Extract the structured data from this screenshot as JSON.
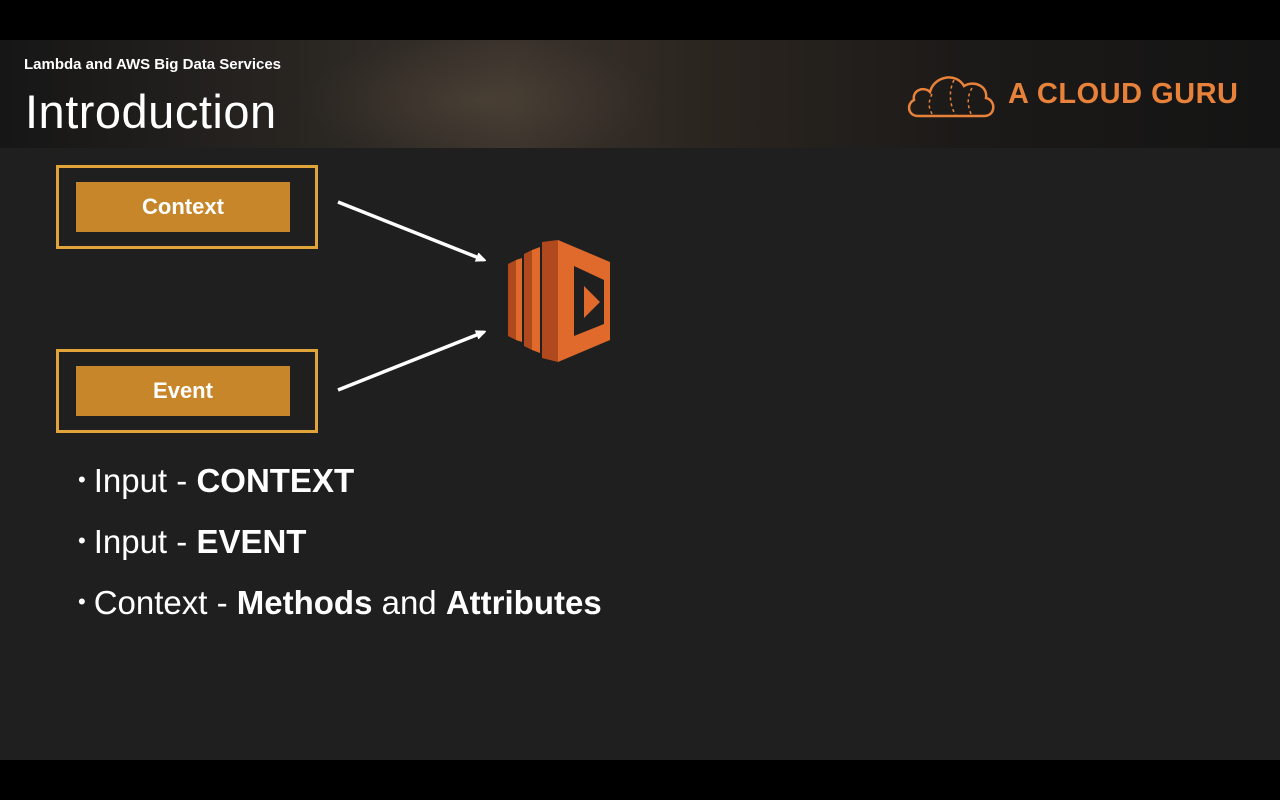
{
  "header": {
    "course_title": "Lambda and AWS Big Data Services",
    "page_title": "Introduction",
    "brand_name": "A CLOUD GURU",
    "brand_color": "#e8823a"
  },
  "diagram": {
    "context_label": "Context",
    "event_label": "Event",
    "target_icon": "lambda-icon",
    "box_border_color": "#e0a43a",
    "box_fill_color": "#c8862a",
    "icon_color": "#e06a2c"
  },
  "bullets": [
    {
      "prefix": "Input - ",
      "bold1": "CONTEXT",
      "mid": "",
      "bold2": ""
    },
    {
      "prefix": "Input - ",
      "bold1": "EVENT",
      "mid": "",
      "bold2": ""
    },
    {
      "prefix": "Context - ",
      "bold1": "Methods",
      "mid": " and ",
      "bold2": "Attributes"
    }
  ]
}
